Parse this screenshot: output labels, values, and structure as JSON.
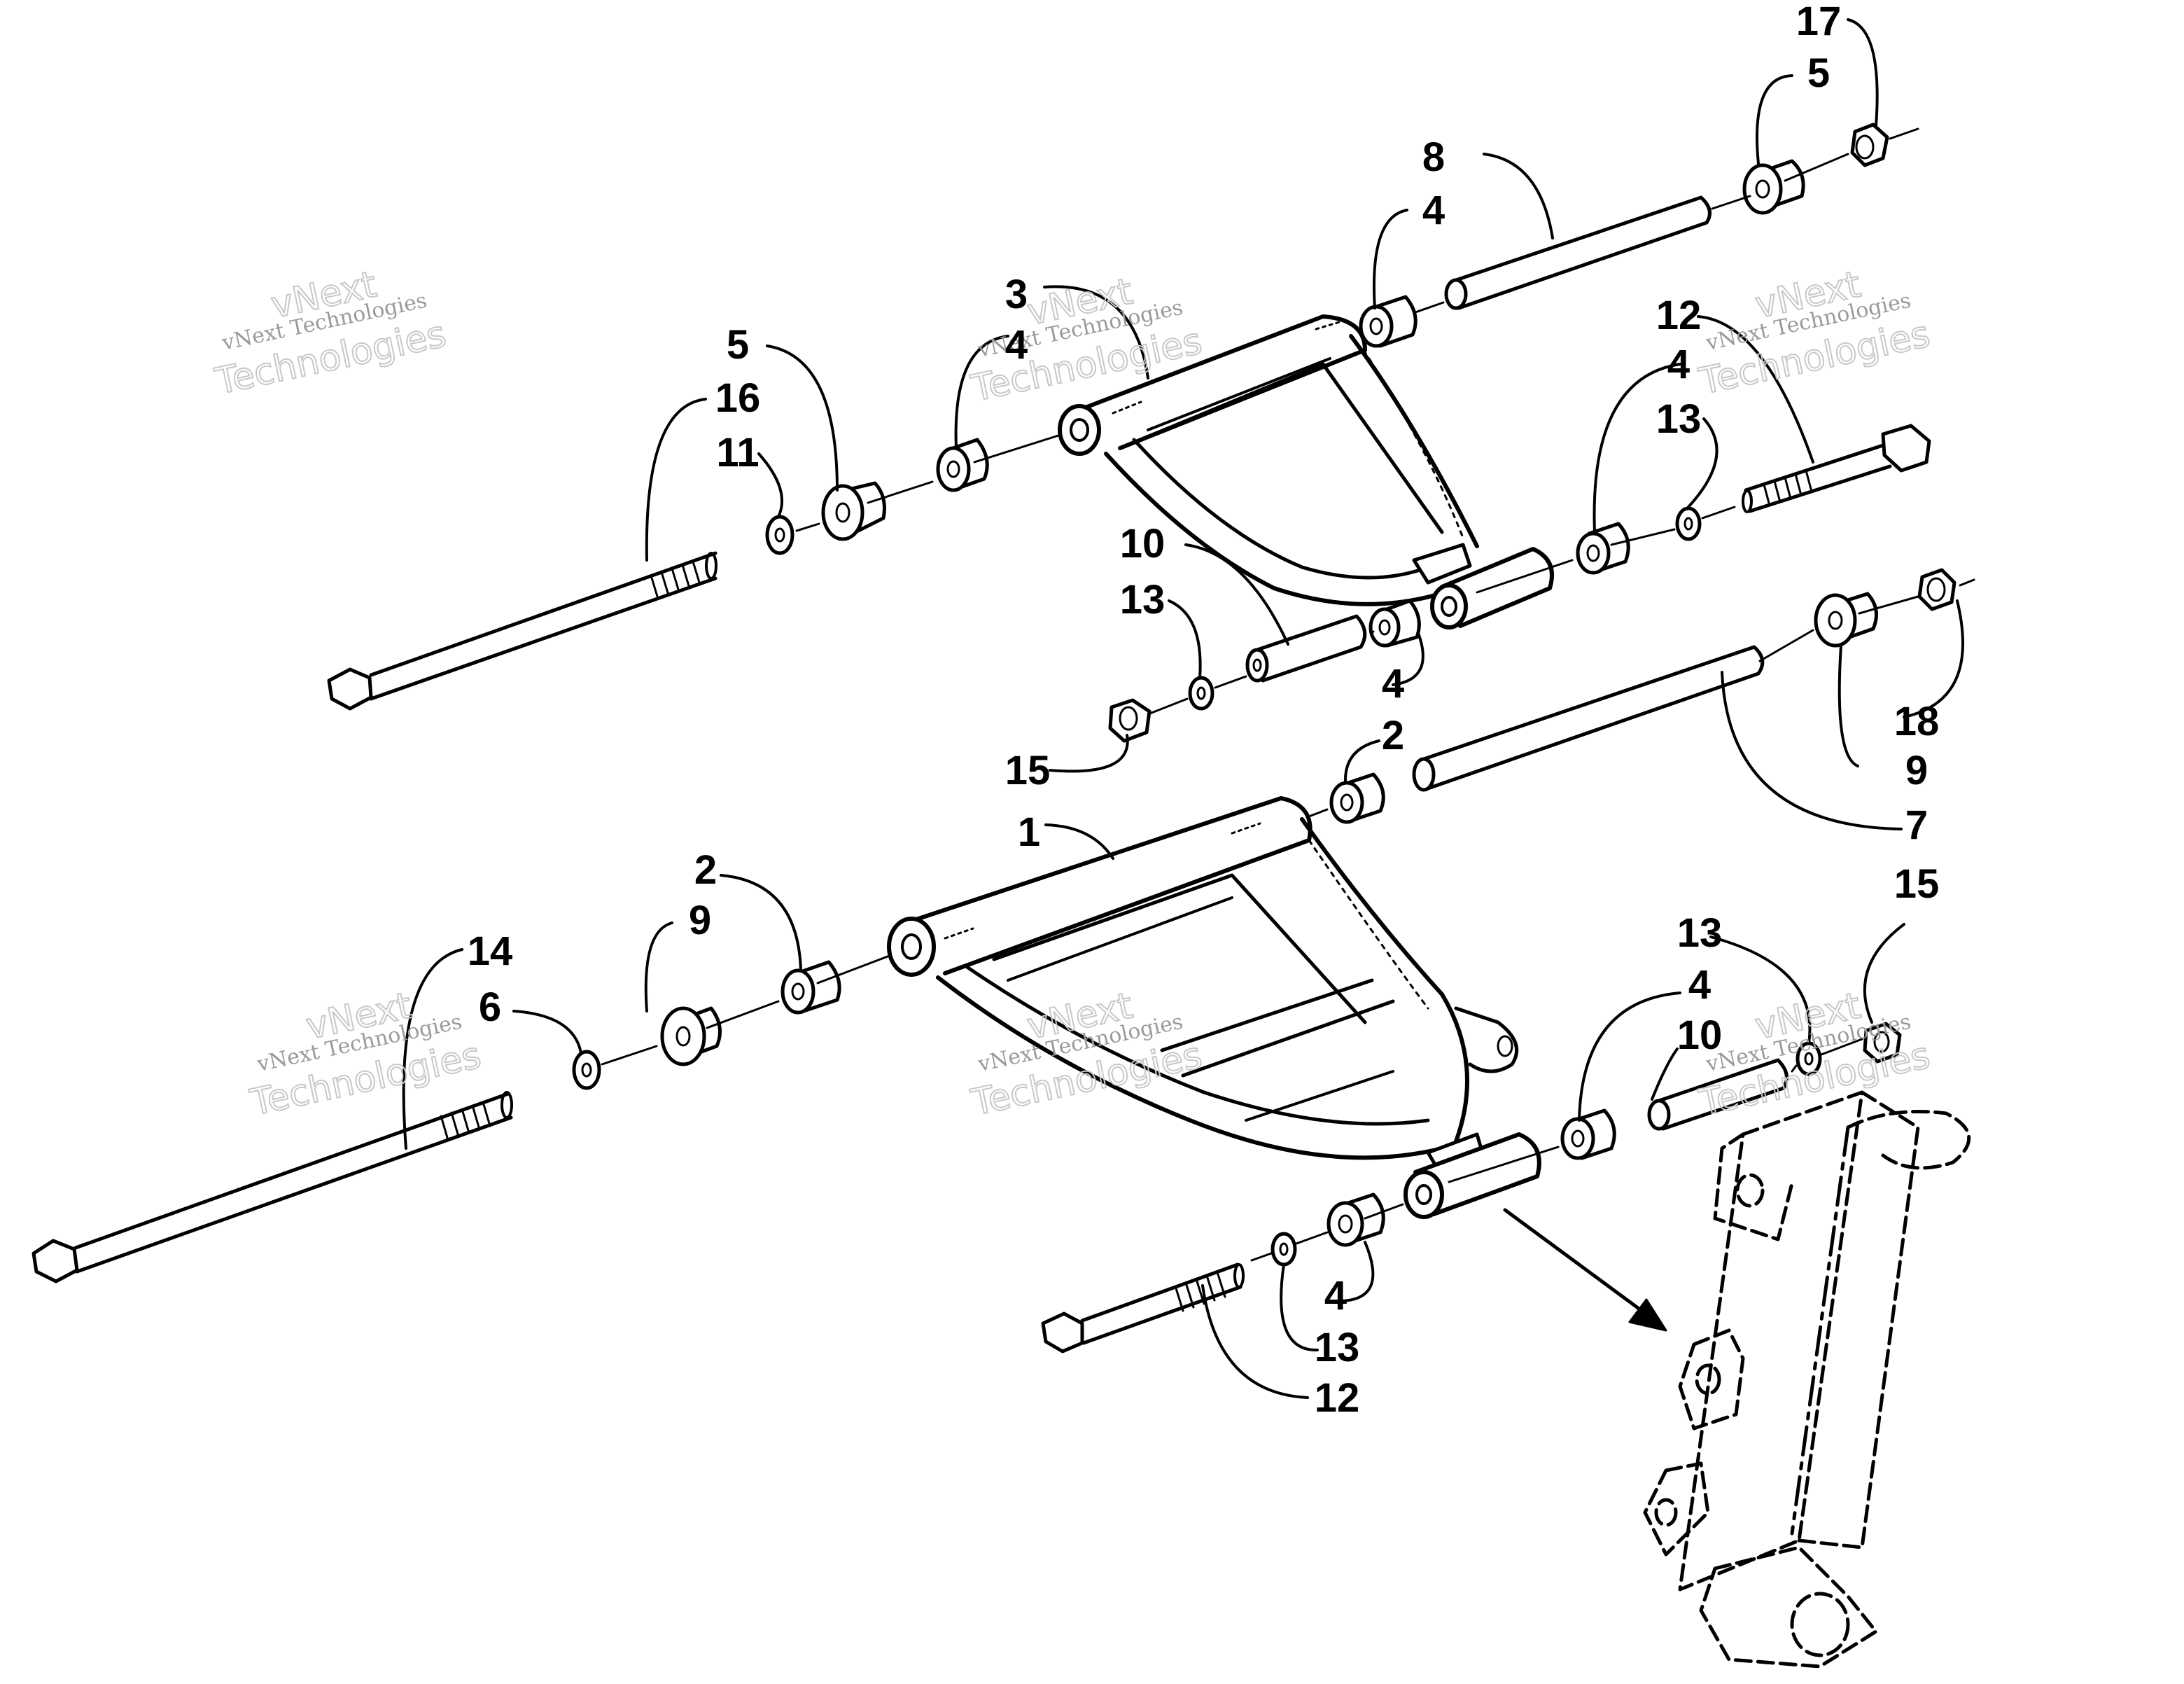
{
  "watermarks": [
    {
      "small": "vNext Technologies",
      "big1": "vNext",
      "big2": "Technologies"
    },
    {
      "small": "vNext Technologies",
      "big1": "vNext",
      "big2": "Technologies"
    },
    {
      "small": "vNext Technologies",
      "big1": "vNext",
      "big2": "Technologies"
    },
    {
      "small": "vNext Technologies",
      "big1": "vNext",
      "big2": "Technologies"
    },
    {
      "small": "vNext Technologies",
      "big1": "vNext",
      "big2": "Technologies"
    },
    {
      "small": "vNext Technologies",
      "big1": "vNext",
      "big2": "Technologies"
    }
  ],
  "callouts": {
    "c17": "17",
    "c5a": "5",
    "c8": "8",
    "c4a": "4",
    "c3": "3",
    "c4b": "4",
    "c5b": "5",
    "c16": "16",
    "c11": "11",
    "c12a": "12",
    "c4c": "4",
    "c13a": "13",
    "c10a": "10",
    "c13b": "13",
    "c4d": "4",
    "c15a": "15",
    "c2a": "2",
    "c18": "18",
    "c9a": "9",
    "c7": "7",
    "c1": "1",
    "c2b": "2",
    "c9b": "9",
    "c14": "14",
    "c6": "6",
    "c15b": "15",
    "c13c": "13",
    "c4e": "4",
    "c10b": "10",
    "c4f": "4",
    "c13d": "13",
    "c12b": "12"
  }
}
